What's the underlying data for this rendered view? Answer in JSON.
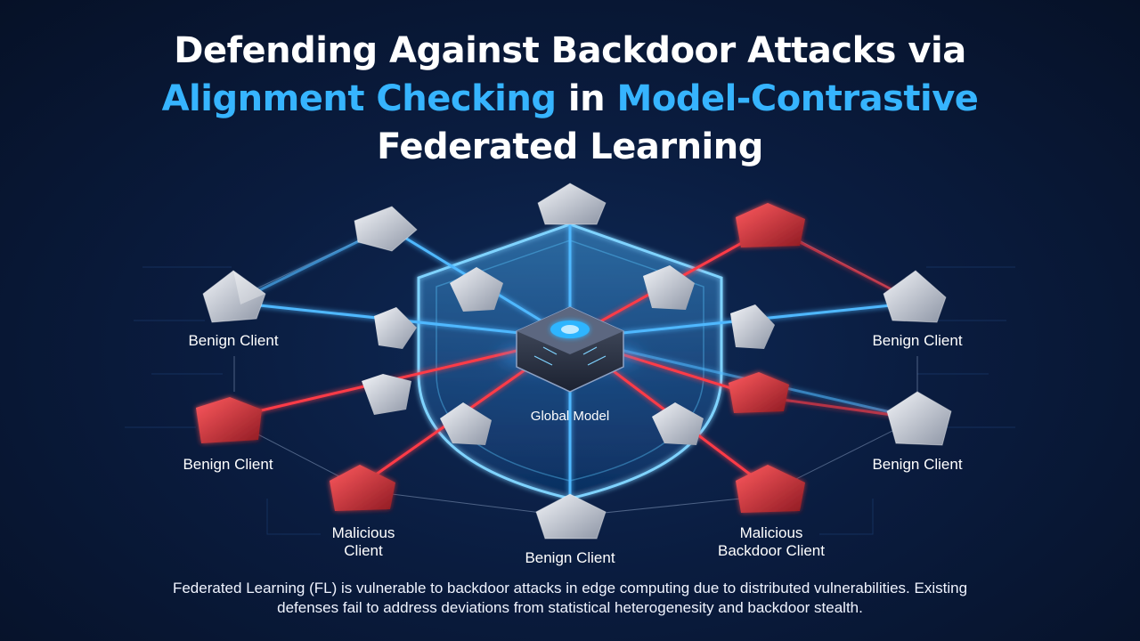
{
  "title": {
    "part1": "Defending Against Backdoor Attacks via",
    "part2_highlight": "Alignment Checking",
    "part3": " in ",
    "part4_highlight": "Model-Contrastive",
    "part5": "Federated Learning"
  },
  "center": {
    "label": "Global Model"
  },
  "labels": {
    "left_top": "Benign Client",
    "left_mid": "Benign Client",
    "left_bottom_line1": "Malicious",
    "left_bottom_line2": "Client",
    "bottom_center": "Benign Client",
    "right_bottom_line1": "Malicious",
    "right_bottom_line2": "Backdoor Client",
    "right_mid": "Benign Client",
    "right_top": "Benign Client"
  },
  "caption": {
    "line1": "Federated Learning (FL) is vulnerable to backdoor attacks in edge computing due to distributed vulnerabilities. Existing",
    "line2": "defenses fail to address deviations from statistical heterogenesity and backdoor stealth."
  },
  "colors": {
    "background": "#0a1c3f",
    "highlight": "#36b4ff",
    "benign_link": "#4fb8ff",
    "malicious_link": "#ff3b47",
    "benign_node": "#c9ced8",
    "malicious_node": "#d8343b",
    "shield": "#5ac8ff"
  }
}
